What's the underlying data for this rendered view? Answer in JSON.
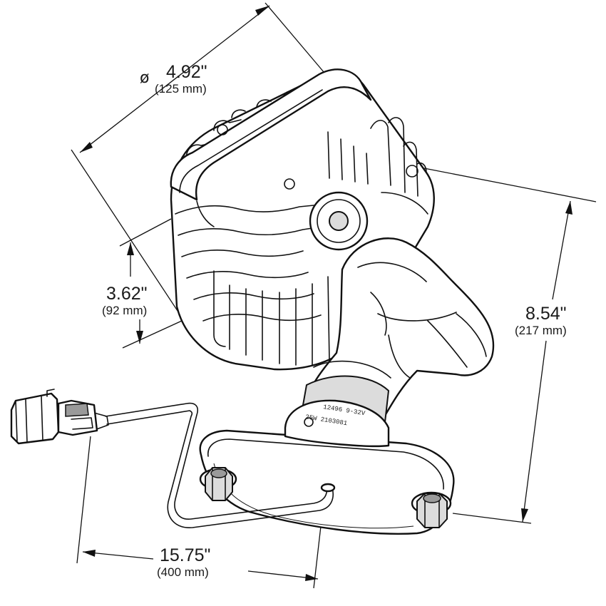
{
  "dimensions": {
    "diameter": {
      "symbol": "ø",
      "inches": "4.92\"",
      "mm": "(125 mm)"
    },
    "depth": {
      "inches": "3.62\"",
      "mm": "(92 mm)"
    },
    "height": {
      "inches": "8.54\"",
      "mm": "(217 mm)"
    },
    "cable": {
      "inches": "15.75\"",
      "mm": "(400 mm)"
    }
  },
  "label": {
    "line1": "12496  9-32V",
    "line2": "25W   2103081"
  }
}
